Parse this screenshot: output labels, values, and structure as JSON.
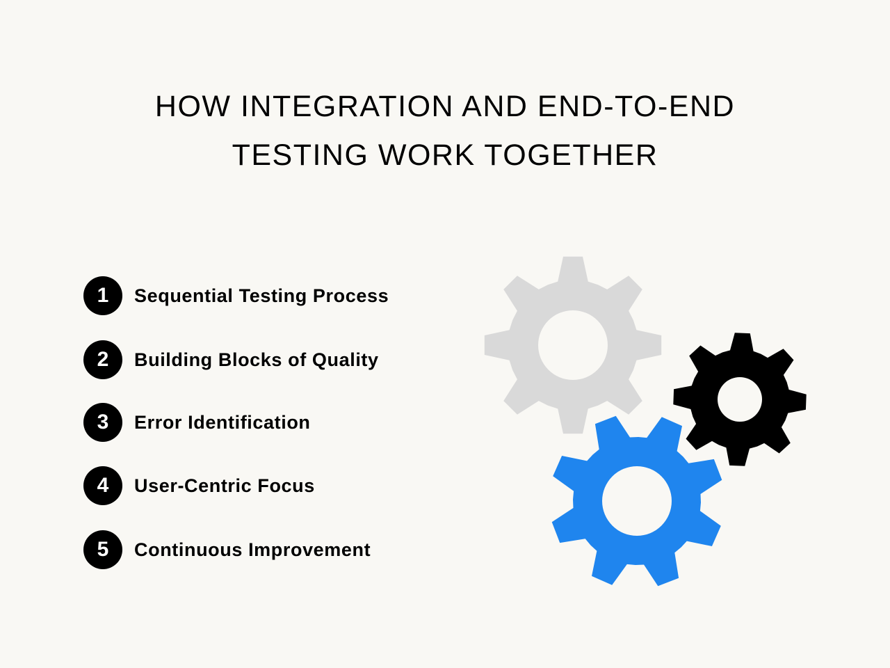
{
  "title": {
    "line1": "HOW INTEGRATION AND END-TO-END",
    "line2": "TESTING WORK TOGETHER"
  },
  "items": [
    {
      "number": "1",
      "label": "Sequential Testing Process"
    },
    {
      "number": "2",
      "label": "Building Blocks of Quality"
    },
    {
      "number": "3",
      "label": "Error Identification"
    },
    {
      "number": "4",
      "label": "User-Centric Focus"
    },
    {
      "number": "5",
      "label": "Continuous Improvement"
    }
  ],
  "gears": {
    "gray": "#d9d9d9",
    "black": "#000000",
    "blue": "#1f85ee"
  }
}
